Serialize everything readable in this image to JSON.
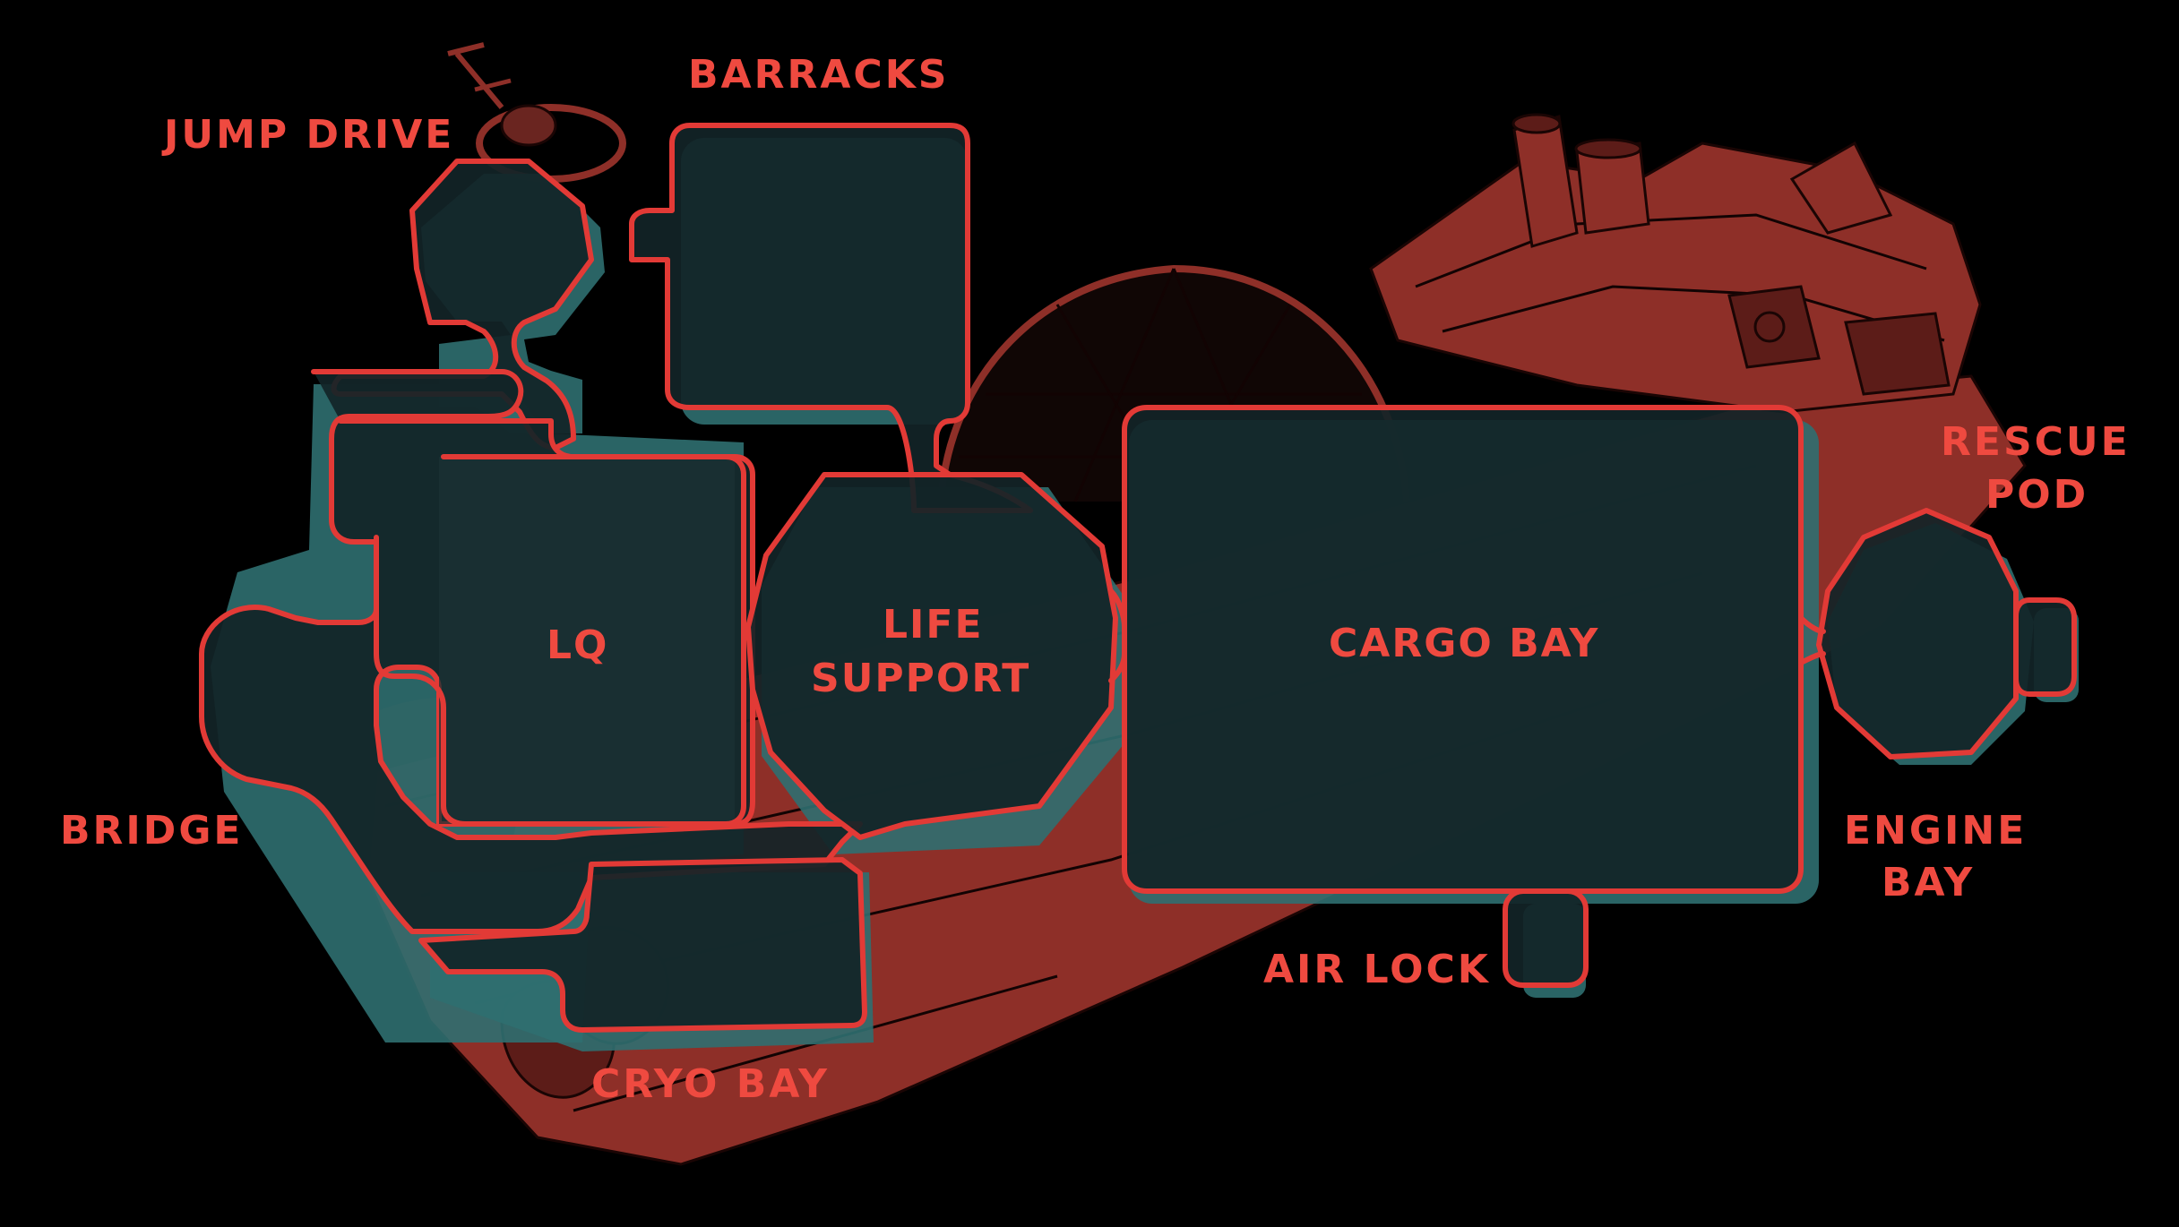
{
  "colors": {
    "background": "#000000",
    "room_outline": "#e23a36",
    "room_fill": "#122427",
    "room_shadow": "#2f6f70",
    "label": "#ef4a40",
    "ship_illustration": "#8e2f28"
  },
  "rooms": {
    "jump_drive": "JUMP DRIVE",
    "barracks": "BARRACKS",
    "bridge": "BRIDGE",
    "lq": "LQ",
    "life_support_line1": "LIFE",
    "life_support_line2": "SUPPORT",
    "cargo_bay": "CARGO BAY",
    "rescue_pod_line1": "RESCUE",
    "rescue_pod_line2": "POD",
    "engine_bay_line1": "ENGINE",
    "engine_bay_line2": "BAY",
    "air_lock": "AIR LOCK",
    "cryo_bay": "CRYO BAY"
  }
}
